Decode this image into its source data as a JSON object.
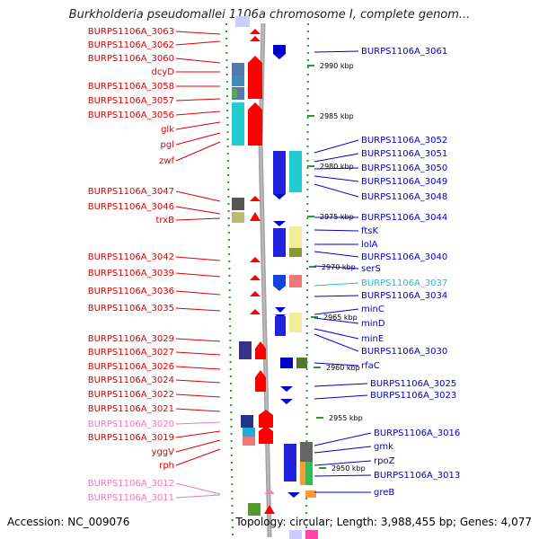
{
  "header": {
    "title": "Burkholderia pseudomallei 1106a chromosome I, complete genom..."
  },
  "footer": {
    "accession": "Accession: NC_009076",
    "summary": "Topology: circular; Length: 3,988,455 bp; Genes: 4,077"
  },
  "colors": {
    "left_label": "#dd0000",
    "left_label_light": "#ee77bb",
    "right_label": "#0000cc",
    "right_label_light": "#22bbdd",
    "ruler_tick": "#2a9a2a",
    "backbone": "#888888"
  },
  "scale_ticks": [
    {
      "label": "2990 kbp"
    },
    {
      "label": "2985 kbp"
    },
    {
      "label": "2980 kbp"
    },
    {
      "label": "2975 kbp"
    },
    {
      "label": "2970 kbp"
    },
    {
      "label": "2965 kbp"
    },
    {
      "label": "2960 kbp"
    },
    {
      "label": "2955 kbp"
    },
    {
      "label": "2950 kbp"
    }
  ],
  "left_genes": [
    {
      "label": "BURPS1106A_3063",
      "tone": "normal"
    },
    {
      "label": "BURPS1106A_3062",
      "tone": "normal"
    },
    {
      "label": "BURPS1106A_3060",
      "tone": "normal"
    },
    {
      "label": "dcyD",
      "tone": "normal"
    },
    {
      "label": "BURPS1106A_3058",
      "tone": "normal"
    },
    {
      "label": "BURPS1106A_3057",
      "tone": "normal"
    },
    {
      "label": "BURPS1106A_3056",
      "tone": "normal"
    },
    {
      "label": "glk",
      "tone": "normal"
    },
    {
      "label": "pgl",
      "tone": "normal"
    },
    {
      "label": "zwf",
      "tone": "normal"
    },
    {
      "label": "BURPS1106A_3047",
      "tone": "normal"
    },
    {
      "label": "BURPS1106A_3046",
      "tone": "normal"
    },
    {
      "label": "trxB",
      "tone": "normal"
    },
    {
      "label": "BURPS1106A_3042",
      "tone": "normal"
    },
    {
      "label": "BURPS1106A_3039",
      "tone": "normal"
    },
    {
      "label": "BURPS1106A_3036",
      "tone": "normal"
    },
    {
      "label": "BURPS1106A_3035",
      "tone": "normal"
    },
    {
      "label": "BURPS1106A_3029",
      "tone": "normal"
    },
    {
      "label": "BURPS1106A_3027",
      "tone": "normal"
    },
    {
      "label": "BURPS1106A_3026",
      "tone": "normal"
    },
    {
      "label": "BURPS1106A_3024",
      "tone": "normal"
    },
    {
      "label": "BURPS1106A_3022",
      "tone": "normal"
    },
    {
      "label": "BURPS1106A_3021",
      "tone": "normal"
    },
    {
      "label": "BURPS1106A_3020",
      "tone": "light"
    },
    {
      "label": "BURPS1106A_3019",
      "tone": "normal"
    },
    {
      "label": "yggV",
      "tone": "normal"
    },
    {
      "label": "rph",
      "tone": "normal"
    },
    {
      "label": "BURPS1106A_3012",
      "tone": "light"
    },
    {
      "label": "BURPS1106A_3011",
      "tone": "light"
    }
  ],
  "right_genes": [
    {
      "label": "BURPS1106A_3061",
      "tone": "normal"
    },
    {
      "label": "BURPS1106A_3052",
      "tone": "normal"
    },
    {
      "label": "BURPS1106A_3051",
      "tone": "normal"
    },
    {
      "label": "BURPS1106A_3050",
      "tone": "normal"
    },
    {
      "label": "BURPS1106A_3049",
      "tone": "normal"
    },
    {
      "label": "BURPS1106A_3048",
      "tone": "normal"
    },
    {
      "label": "BURPS1106A_3044",
      "tone": "normal"
    },
    {
      "label": "ftsK",
      "tone": "normal"
    },
    {
      "label": "lolA",
      "tone": "normal"
    },
    {
      "label": "BURPS1106A_3040",
      "tone": "normal"
    },
    {
      "label": "serS",
      "tone": "normal"
    },
    {
      "label": "BURPS1106A_3037",
      "tone": "light"
    },
    {
      "label": "BURPS1106A_3034",
      "tone": "normal"
    },
    {
      "label": "minC",
      "tone": "normal"
    },
    {
      "label": "minD",
      "tone": "normal"
    },
    {
      "label": "minE",
      "tone": "normal"
    },
    {
      "label": "BURPS1106A_3030",
      "tone": "normal"
    },
    {
      "label": "rfaC",
      "tone": "normal"
    },
    {
      "label": "BURPS1106A_3025",
      "tone": "normal"
    },
    {
      "label": "BURPS1106A_3023",
      "tone": "normal"
    },
    {
      "label": "BURPS1106A_3016",
      "tone": "normal"
    },
    {
      "label": "gmk",
      "tone": "normal"
    },
    {
      "label": "rpoZ",
      "tone": "normal"
    },
    {
      "label": "BURPS1106A_3013",
      "tone": "normal"
    },
    {
      "label": "greB",
      "tone": "normal"
    }
  ]
}
